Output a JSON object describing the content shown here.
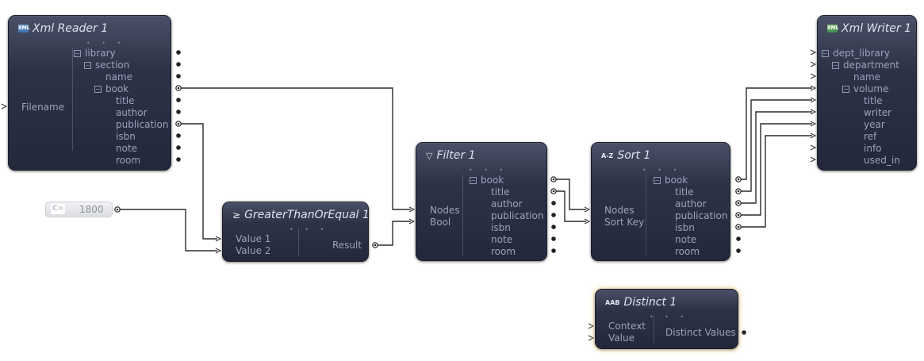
{
  "nodes": {
    "xml_reader": {
      "title": "Xml Reader 1",
      "icon": "xml-icon",
      "input_label": "Filename",
      "tree": [
        {
          "label": "library",
          "expander": "⊟"
        },
        {
          "label": "section",
          "expander": "⊟"
        },
        {
          "label": "name"
        },
        {
          "label": "book",
          "expander": "⊟"
        },
        {
          "label": "title"
        },
        {
          "label": "author"
        },
        {
          "label": "publication"
        },
        {
          "label": "isbn"
        },
        {
          "label": "note"
        },
        {
          "label": "room"
        }
      ]
    },
    "constant": {
      "icon_text": "C=",
      "value": "1800"
    },
    "greater_than_or_equal": {
      "title": "GreaterThanOrEqual 1",
      "icon_text": "≥",
      "inputs": [
        "Value 1",
        "Value 2"
      ],
      "output": "Result"
    },
    "filter": {
      "title": "Filter 1",
      "icon": "funnel-icon",
      "inputs": [
        "Nodes",
        "Bool"
      ],
      "tree": [
        {
          "label": "book",
          "expander": "⊟"
        },
        {
          "label": "title"
        },
        {
          "label": "author"
        },
        {
          "label": "publication"
        },
        {
          "label": "isbn"
        },
        {
          "label": "note"
        },
        {
          "label": "room"
        }
      ]
    },
    "sort": {
      "title": "Sort 1",
      "icon_text": "A-Z",
      "inputs": [
        "Nodes",
        "Sort Key"
      ],
      "tree": [
        {
          "label": "book",
          "expander": "⊟"
        },
        {
          "label": "title"
        },
        {
          "label": "author"
        },
        {
          "label": "publication"
        },
        {
          "label": "isbn"
        },
        {
          "label": "note"
        },
        {
          "label": "room"
        }
      ]
    },
    "xml_writer": {
      "title": "Xml Writer 1",
      "icon": "xml-icon",
      "tree": [
        {
          "label": "dept_library",
          "expander": "⊟"
        },
        {
          "label": "department",
          "expander": "⊟"
        },
        {
          "label": "name"
        },
        {
          "label": "volume",
          "expander": "⊟"
        },
        {
          "label": "title"
        },
        {
          "label": "writer"
        },
        {
          "label": "year"
        },
        {
          "label": "ref"
        },
        {
          "label": "info"
        },
        {
          "label": "used_in"
        }
      ]
    },
    "distinct": {
      "title": "Distinct 1",
      "icon_text": "AAB",
      "inputs": [
        "Context",
        "Value"
      ],
      "output": "Distinct Values"
    }
  },
  "colors": {
    "wire": "#2b2b2b",
    "node_title": "#dde3f3",
    "node_text": "#9aa3bd",
    "highlight_glow": "#f5cd82"
  }
}
